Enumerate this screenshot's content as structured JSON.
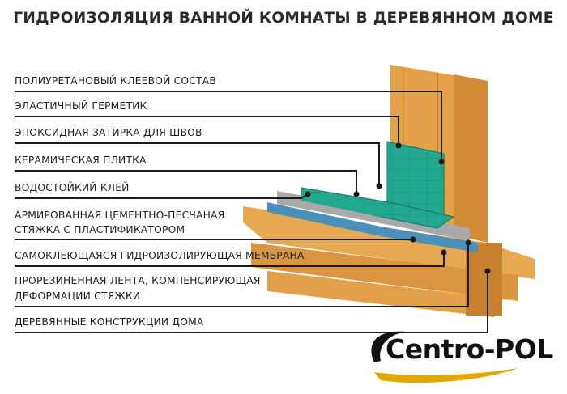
{
  "title": "ГИДРОИЗОЛЯЦИЯ ВАННОЙ КОМНАТЫ В ДЕРЕВЯННОМ ДОМЕ",
  "layers": [
    "ПОЛИУРЕТАНОВЫЙ КЛЕЕВОЙ СОСТАВ",
    "ЭЛАСТИЧНЫЙ ГЕРМЕТИК",
    "ЭПОКСИДНАЯ ЗАТИРКА ДЛЯ ШВОВ",
    "КЕРАМИЧЕСКАЯ ПЛИТКА",
    "ВОДОСТОЙКИЙ КЛЕЙ",
    "АРМИРОВАННАЯ ЦЕМЕНТНО-ПЕСЧАНАЯ",
    "СТЯЖКА С ПЛАСТИФИКАТОРОМ",
    "САМОКЛЕЮЩАЯСЯ ГИДРОИЗОЛИРУЮЩАЯ МЕМБРАНА",
    "ПРОРЕЗИНЕННАЯ ЛЕНТА, КОМПЕНСИРУЮЩАЯ",
    "ДЕФОРМАЦИИ СТЯЖКИ",
    "ДЕРЕВЯННЫЕ КОНСТРУКЦИИ ДОМА"
  ],
  "logo": {
    "text": "Centro-POL"
  },
  "colors": {
    "wood": "#e09a3e",
    "tile": "#1f9a86",
    "membrane": "#4a90b8",
    "screed": "#a9a9a9",
    "text": "#1e1e1e"
  }
}
